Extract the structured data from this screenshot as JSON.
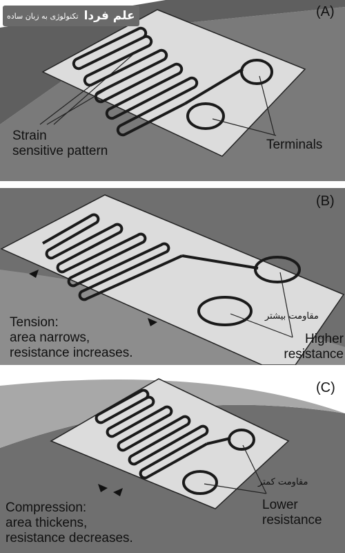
{
  "logo": {
    "brand": "علم فردا",
    "slogan": "تکنولوژی به زبان ساده"
  },
  "panels": [
    {
      "tag": "(A)",
      "labels": {
        "pattern": [
          "Strain",
          "sensitive pattern"
        ],
        "terminals": "Terminals"
      }
    },
    {
      "tag": "(B)",
      "labels": {
        "state": [
          "Tension:",
          "area narrows,",
          "resistance increases."
        ],
        "result_fa": "مقاومت بیشتر",
        "result": [
          "Higher",
          "resistance"
        ]
      }
    },
    {
      "tag": "(C)",
      "labels": {
        "state": [
          "Compression:",
          "area thickens,",
          "resistance decreases."
        ],
        "result_fa": "مقاومت کمتر",
        "result": [
          "Lower",
          "resistance"
        ]
      }
    }
  ],
  "colors": {
    "surface_dark": "#6f6f6f",
    "surface_light": "#9a9a9a",
    "sheet": "#dcdcdc",
    "wire": "#1a1a1a"
  }
}
